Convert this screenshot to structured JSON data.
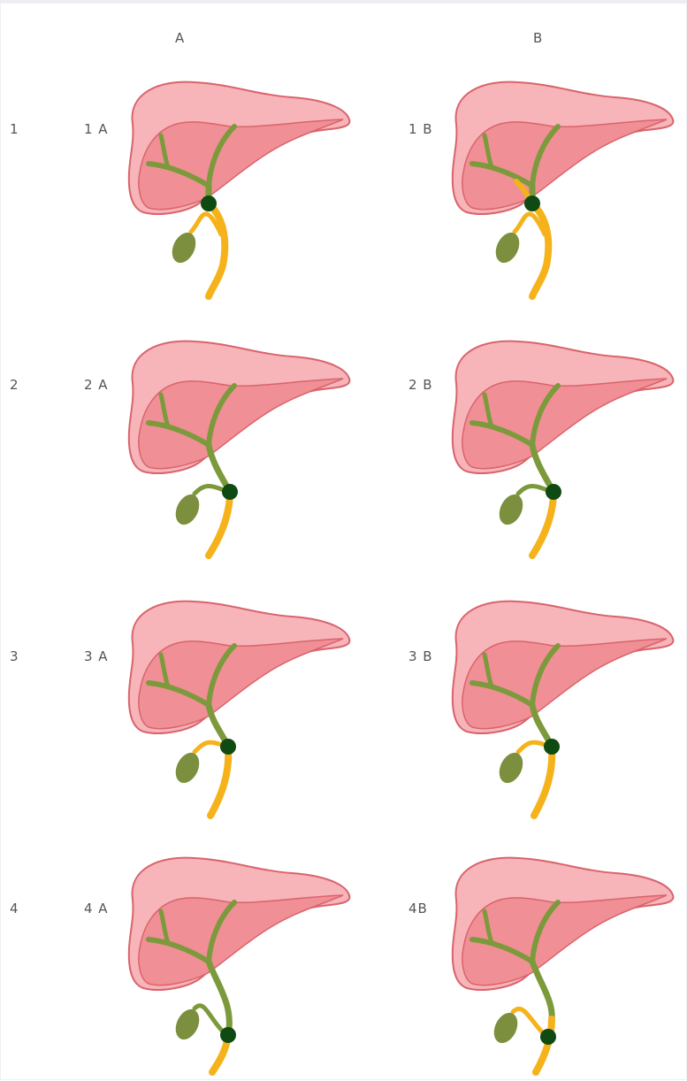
{
  "columns": [
    "A",
    "B"
  ],
  "rows": [
    "1",
    "2",
    "3",
    "4"
  ],
  "cells": {
    "1A": "1 A",
    "1B": "1 B",
    "2A": "2 A",
    "2B": "2 B",
    "3A": "3 A",
    "3B": "3 B",
    "4A": "4 A",
    "4B": "4B"
  },
  "colors": {
    "liver_outer": "#f7b4b9",
    "liver_inner": "#f08f95",
    "liver_outline": "#d9646c",
    "bile_duct": "#7c9a3c",
    "common_duct": "#f5b21a",
    "gallbladder": "#7b8f3e",
    "junction": "#0f4a12"
  }
}
